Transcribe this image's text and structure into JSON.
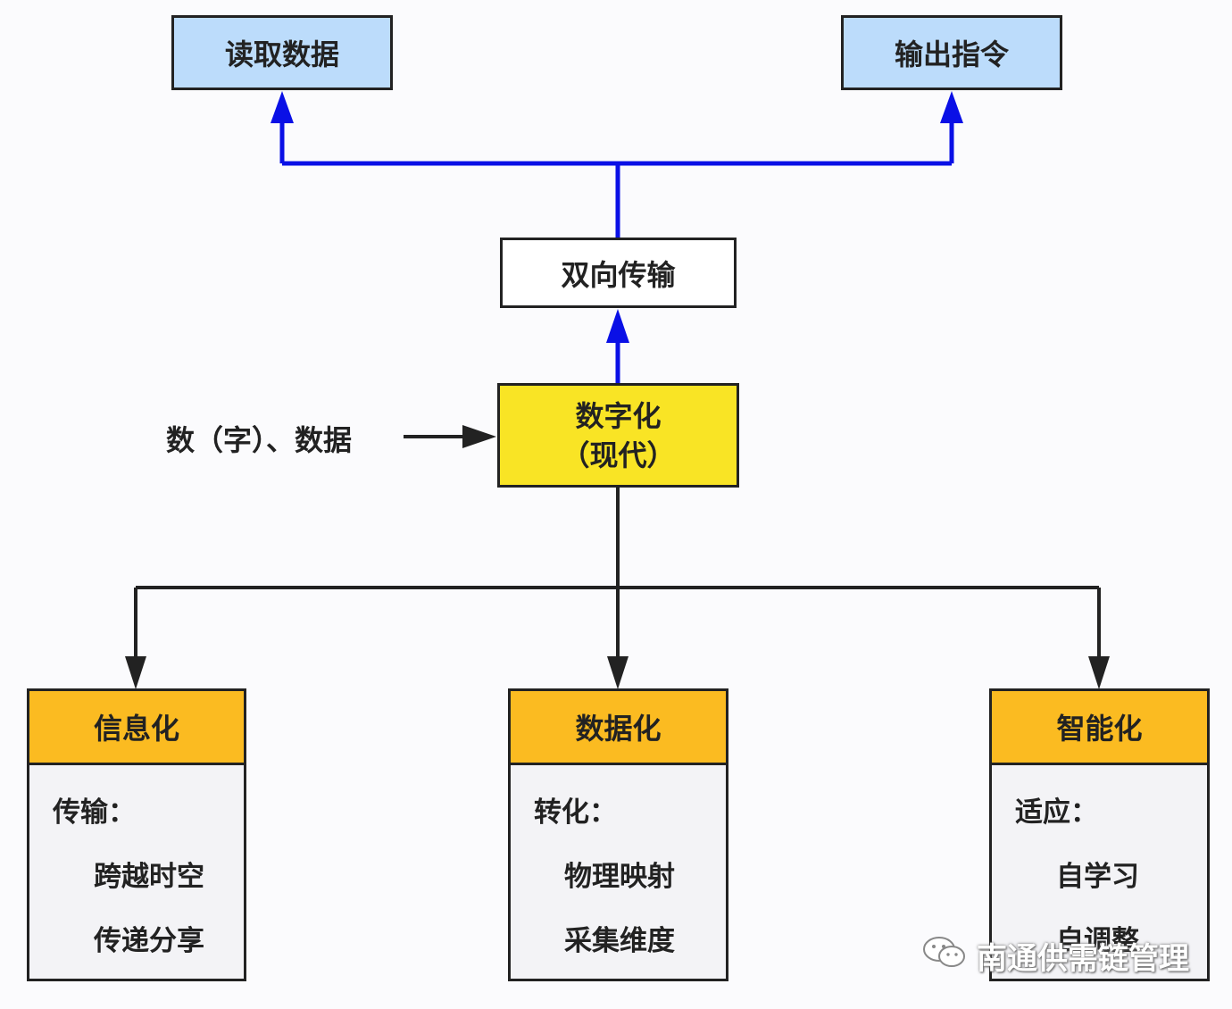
{
  "top_boxes": {
    "read": "读取数据",
    "output": "输出指令"
  },
  "middle_box": "双向传输",
  "center_box": {
    "line1": "数字化",
    "line2": "（现代）"
  },
  "side_input": "数（字）、数据",
  "cards": [
    {
      "title": "信息化",
      "heading": "传输：",
      "items": [
        "跨越时空",
        "传递分享"
      ]
    },
    {
      "title": "数据化",
      "heading": "转化：",
      "items": [
        "物理映射",
        "采集维度"
      ]
    },
    {
      "title": "智能化",
      "heading": "适应：",
      "items": [
        "自学习",
        "自调整"
      ]
    }
  ],
  "watermark": "南通供需链管理",
  "colors": {
    "blue_box": "#bcdcfb",
    "blue_line": "#0a10e6",
    "yellow_box": "#f9e425",
    "card_header": "#fbbb21",
    "dark_line": "#222222"
  },
  "icons": [
    "wechat-icon"
  ]
}
